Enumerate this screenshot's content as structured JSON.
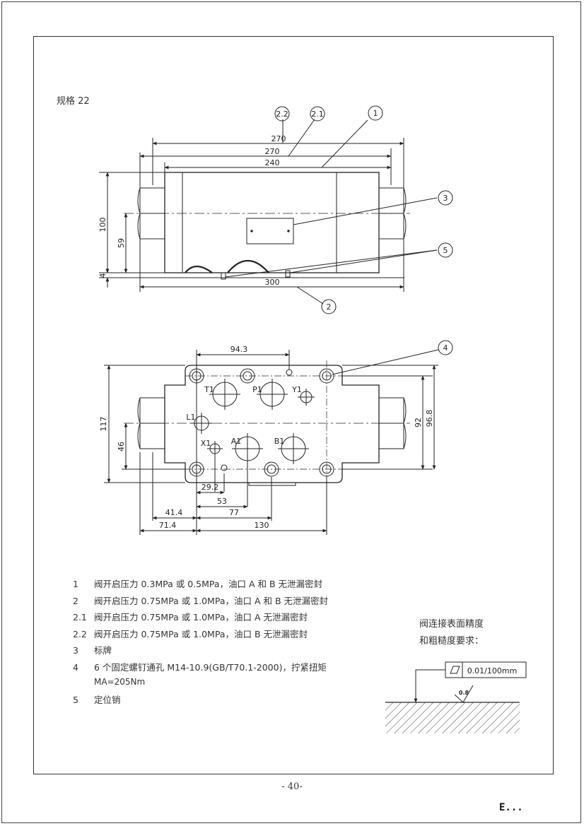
{
  "spec_title": "规格 22",
  "top_view": {
    "dims": {
      "d270_top": "270",
      "d270": "270",
      "d240": "240",
      "d300": "300",
      "d100": "100",
      "d59": "59",
      "d4": "4"
    },
    "callouts": {
      "c22": "2.2",
      "c21": "2.1",
      "c1": "1",
      "c3": "3",
      "c5": "5",
      "c2": "2"
    }
  },
  "bottom_view": {
    "dims": {
      "d943": "94.3",
      "d117": "117",
      "d46": "46",
      "d92": "92",
      "d968": "96.8",
      "d292": "29.2",
      "d53": "53",
      "d414": "41.4",
      "d77": "77",
      "d714": "71.4",
      "d130": "130"
    },
    "ports": {
      "t1": "T1",
      "p1": "P1",
      "y1": "Y1",
      "l1": "L1",
      "x1": "X1",
      "a1": "A1",
      "b1": "B1"
    },
    "callouts": {
      "c4": "4"
    }
  },
  "legend": [
    {
      "num": "1",
      "text": "阀开启压力 0.3MPa 或 0.5MPa，油口 A 和 B 无泄漏密封"
    },
    {
      "num": "2",
      "text": "阀开启压力 0.75MPa 或 1.0MPa，油口 A 和 B 无泄漏密封"
    },
    {
      "num": "2.1",
      "text": "阀开启压力 0.75MPa 或 1.0MPa，油口 A 无泄漏密封"
    },
    {
      "num": "2.2",
      "text": "阀开启压力 0.75MPa 或 1.0MPa，油口 B 无泄漏密封"
    },
    {
      "num": "3",
      "text": "标牌"
    },
    {
      "num": "4",
      "text": "6 个固定螺钉通孔  M14-10.9(GB/T70.1-2000)，拧紧扭矩",
      "extra": "MA=205Nm"
    },
    {
      "num": "5",
      "text": "定位销"
    }
  ],
  "surface": {
    "title_line1": "阀连接表面精度",
    "title_line2": "和粗糙度要求：",
    "flatness": "0.01/100mm",
    "roughness": "0.8"
  },
  "page_number": "- 40-",
  "corner_mark": "E..."
}
